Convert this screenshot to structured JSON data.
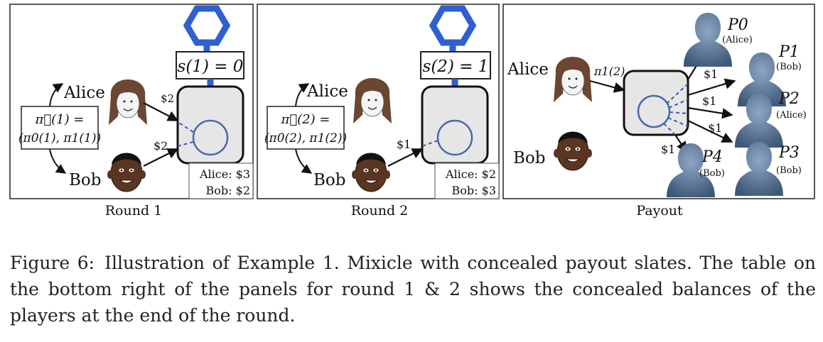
{
  "panels": {
    "round1": {
      "caption": "Round 1",
      "alice": "Alice",
      "bob": "Bob",
      "policy_line1": "π⃗(1) =",
      "policy_line2": "(π0(1), π1(1))",
      "slate": "s(1) = 0",
      "alice_amount": "$2",
      "bob_amount": "$2",
      "balance_alice": "Alice: $3",
      "balance_bob": "Bob: $2"
    },
    "round2": {
      "caption": "Round 2",
      "alice": "Alice",
      "bob": "Bob",
      "policy_line1": "π⃗(2) =",
      "policy_line2": "(π0(2), π1(2))",
      "slate": "s(2) = 1",
      "bob_amount": "$1",
      "balance_alice": "Alice: $2",
      "balance_bob": "Bob: $3"
    },
    "payout": {
      "caption": "Payout",
      "alice": "Alice",
      "bob": "Bob",
      "policy": "π1(2)",
      "payout_amount": "$1",
      "players": [
        {
          "label": "P0",
          "owner": "(Alice)"
        },
        {
          "label": "P1",
          "owner": "(Bob)"
        },
        {
          "label": "P2",
          "owner": "(Alice)"
        },
        {
          "label": "P3",
          "owner": "(Bob)"
        },
        {
          "label": "P4",
          "owner": "(Bob)"
        }
      ]
    }
  },
  "caption": {
    "label": "Figure 6:",
    "text": "Illustration of Example 1. Mixicle with concealed payout slates. The table on the bottom right of the panels for round 1 & 2 shows the concealed balances of the players at the end of the round."
  },
  "colors": {
    "hexagon": "#2f5fd0",
    "circle": "#4a6aa8",
    "dashed": "#3b5bb5",
    "box_fill": "#e6e6e6",
    "alice_hair": "#6b4630",
    "bob_skin": "#5a3521",
    "person_icon": "#4f6a8c"
  }
}
